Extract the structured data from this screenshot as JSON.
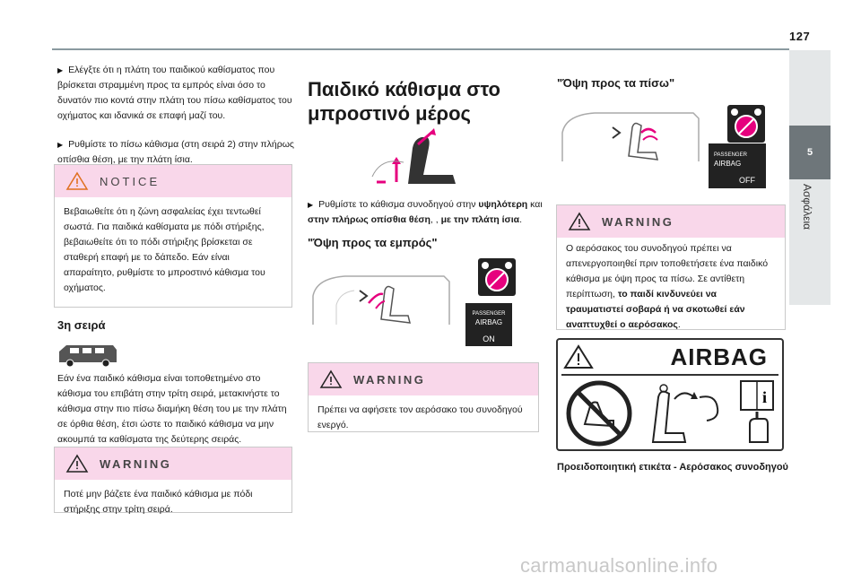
{
  "page_number": "127",
  "side_tab": {
    "number": "5",
    "label": "Ασφάλεια"
  },
  "col1": {
    "p1": "Ελέγξτε ότι η πλάτη του παιδικού καθίσματος που βρίσκεται στραμμένη προς τα εμπρός είναι όσο το δυνατόν πιο κοντά στην πλάτη του πίσω καθίσματος του οχήματος και ιδανικά σε επαφή μαζί του.",
    "p2": "Ρυθμίστε το πίσω κάθισμα (στη σειρά 2) στην πλήρως οπίσθια θέση, με την πλάτη ίσια.",
    "notice_title": "NOTICE",
    "notice_text": "Βεβαιωθείτε ότι η ζώνη ασφαλείας έχει τεντωθεί σωστά. Για παιδικά καθίσματα με πόδι στήριξης, βεβαιωθείτε ότι το πόδι στήριξης βρίσκεται σε σταθερή επαφή με το δάπεδο. Εάν είναι απαραίτητο, ρυθμίστε το μπροστινό κάθισμα του οχήματος.",
    "row3_heading": "3η σειρά",
    "row3_text": "Εάν ένα παιδικό κάθισμα είναι τοποθετημένο στο κάθισμα του επιβάτη στην τρίτη σειρά, μετακινήστε το κάθισμα στην πιο πίσω διαμήκη θέση του με την πλάτη σε όρθια θέση, έτσι ώστε το παιδικό κάθισμα να μην ακουμπά τα καθίσματα της δεύτερης σειράς.",
    "warning_title": "WARNING",
    "warning_text": "Ποτέ μην βάζετε ένα παιδικό κάθισμα με πόδι στήριξης στην τρίτη σειρά."
  },
  "col2": {
    "heading": "Παιδικό κάθισμα στο μπροστινό μέρος",
    "instr_pre": "Ρυθμίστε το κάθισμα συνοδηγού στην ",
    "instr_b1": "υψηλότερη",
    "instr_mid": " και ",
    "instr_b2": "στην πλήρως οπίσθια θέση",
    "instr_mid2": ", , ",
    "instr_b3": "με την πλάτη ίσια",
    "instr_end": ".",
    "forward_heading": "\"Όψη προς τα εμπρός\"",
    "airbag_tag_line1": "PASSENGER",
    "airbag_tag_line2": "AIRBAG",
    "airbag_tag_state": "ON",
    "warning_title": "WARNING",
    "warning_text": "Πρέπει να αφήσετε τον αερόσακο του συνοδηγού ενεργό."
  },
  "col3": {
    "rear_heading": "\"Όψη προς τα πίσω\"",
    "airbag_tag_line1": "PASSENGER",
    "airbag_tag_line2": "AIRBAG",
    "airbag_tag_state": "OFF",
    "warning_title": "WARNING",
    "warning_pre": "Ο αερόσακος του συνοδηγού πρέπει να απενεργοποιηθεί πριν τοποθετήσετε ένα παιδικό κάθισμα με όψη προς τα πίσω. Σε αντίθετη περίπτωση, ",
    "warning_bold": "το παιδί κινδυνεύει να τραυματιστεί σοβαρά ή να σκοτωθεί εάν αναπτυχθεί ο αερόσακος",
    "warning_end": ".",
    "label_title": "AIRBAG",
    "caption": "Προειδοποιητική ετικέτα - Αερόσακος συνοδηγού"
  },
  "watermark": "carmanualsonline.info",
  "colors": {
    "box_header": "#f9d7ea",
    "side_tab": "#6e767a",
    "side_gray": "#e4e7e8",
    "rule": "#8a9aa0",
    "pink_icon": "#e6007e"
  }
}
